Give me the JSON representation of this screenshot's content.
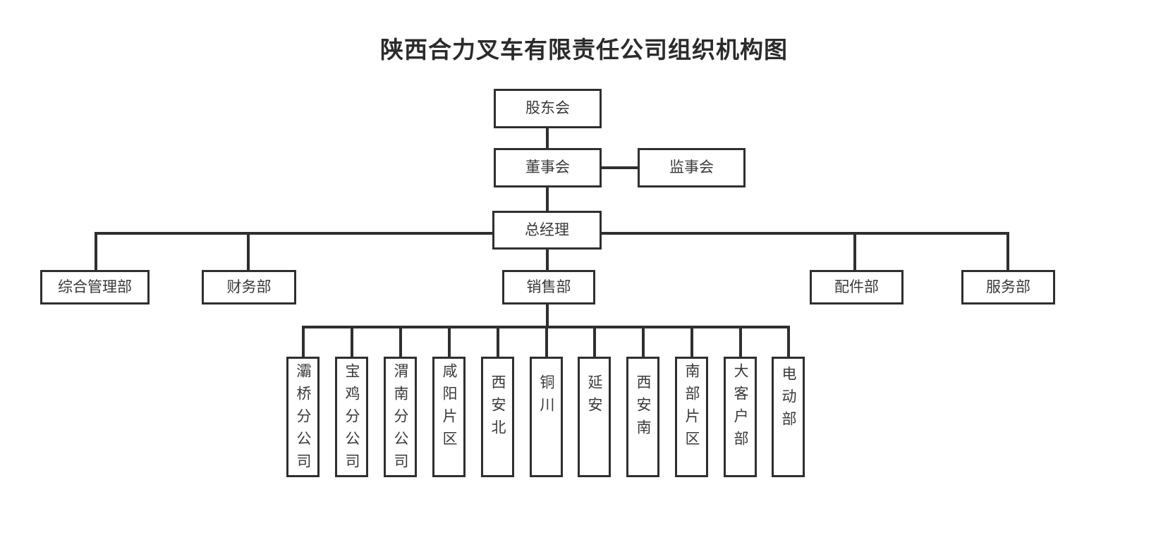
{
  "title": "陕西合力叉车有限责任公司组织机构图",
  "theme": {
    "box_border": "#2f2f2f",
    "line_color": "#2f2f2f",
    "text_color": "#3a3a3a",
    "title_color": "#2b2b2b",
    "background": "#ffffff"
  },
  "chart_data": {
    "type": "diagram",
    "diagram_type": "organization-chart",
    "title": "陕西合力叉车有限责任公司组织机构图",
    "levels": [
      {
        "level": 1,
        "nodes": [
          "股东会"
        ]
      },
      {
        "level": 2,
        "nodes": [
          "董事会",
          "监事会"
        ]
      },
      {
        "level": 3,
        "nodes": [
          "总经理"
        ]
      },
      {
        "level": 4,
        "nodes": [
          "综合管理部",
          "财务部",
          "销售部",
          "配件部",
          "服务部"
        ]
      },
      {
        "level": 5,
        "nodes": [
          "灞桥分公司",
          "宝鸡分公司",
          "渭南分公司",
          "咸阳片区",
          "西安北",
          "铜川",
          "延安",
          "西安南",
          "南部片区",
          "大客户部",
          "电动部"
        ]
      }
    ],
    "edges": [
      {
        "from": "股东会",
        "to": "董事会"
      },
      {
        "from": "董事会",
        "to": "监事会",
        "style": "horizontal-peer"
      },
      {
        "from": "董事会",
        "to": "总经理"
      },
      {
        "from": "总经理",
        "to": "综合管理部"
      },
      {
        "from": "总经理",
        "to": "财务部"
      },
      {
        "from": "总经理",
        "to": "销售部"
      },
      {
        "from": "总经理",
        "to": "配件部"
      },
      {
        "from": "总经理",
        "to": "服务部"
      },
      {
        "from": "销售部",
        "to": "灞桥分公司"
      },
      {
        "from": "销售部",
        "to": "宝鸡分公司"
      },
      {
        "from": "销售部",
        "to": "渭南分公司"
      },
      {
        "from": "销售部",
        "to": "咸阳片区"
      },
      {
        "from": "销售部",
        "to": "西安北"
      },
      {
        "from": "销售部",
        "to": "铜川"
      },
      {
        "from": "销售部",
        "to": "延安"
      },
      {
        "from": "销售部",
        "to": "西安南"
      },
      {
        "from": "销售部",
        "to": "南部片区"
      },
      {
        "from": "销售部",
        "to": "大客户部"
      },
      {
        "from": "销售部",
        "to": "电动部"
      }
    ]
  },
  "nodes": {
    "shareholders": "股东会",
    "board_directors": "董事会",
    "board_supervisors": "监事会",
    "general_manager": "总经理",
    "dept_admin": "综合管理部",
    "dept_finance": "财务部",
    "dept_sales": "销售部",
    "dept_parts": "配件部",
    "dept_service": "服务部"
  },
  "sales_units": [
    {
      "id": "baqiao",
      "label": "灞桥分公司"
    },
    {
      "id": "baoji",
      "label": "宝鸡分公司"
    },
    {
      "id": "weinan",
      "label": "渭南分公司"
    },
    {
      "id": "xianyang",
      "label": "咸阳片区"
    },
    {
      "id": "xian-bei",
      "label": "西安北"
    },
    {
      "id": "tongchuan",
      "label": "铜川"
    },
    {
      "id": "yanan",
      "label": "延安"
    },
    {
      "id": "xian-nan",
      "label": "西安南"
    },
    {
      "id": "nanbu",
      "label": "南部片区"
    },
    {
      "id": "key-acct",
      "label": "大客户部"
    },
    {
      "id": "electric",
      "label": "电动部"
    }
  ]
}
